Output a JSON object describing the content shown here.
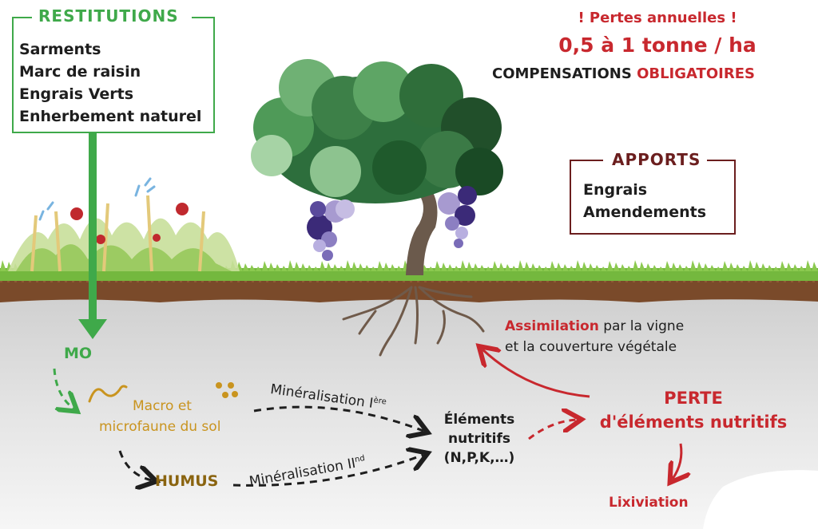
{
  "restitutions": {
    "title": "RESTITUTIONS",
    "items": [
      "Sarments",
      "Marc de raisin",
      "Engrais Verts",
      "Enherbement naturel"
    ]
  },
  "pertes": {
    "header": "! Pertes annuelles !",
    "amount": "0,5 à 1 tonne / ha",
    "compensations": "COMPENSATIONS",
    "obligatoires": "OBLIGATOIRES"
  },
  "apports": {
    "title": "APPORTS",
    "items": [
      "Engrais",
      "Amendements"
    ]
  },
  "soil": {
    "mo": "MO",
    "faune_line1": "Macro et",
    "faune_line2": "microfaune du sol",
    "humus": "HUMUS",
    "min1": "Minéralisation I",
    "min1_sup": "ère",
    "min2": "Minéralisation II",
    "min2_sup": "nd",
    "elements_line1": "Éléments",
    "elements_line2": "nutritifs",
    "elements_line3": "(N,P,K,…)",
    "assimilation_word": "Assimilation",
    "assimilation_rest1": " par la vigne",
    "assimilation_line2": "et la couverture végétale",
    "perte_line1": "PERTE",
    "perte_line2": "d'éléments nutritifs",
    "lixiviation": "Lixiviation"
  },
  "colors": {
    "green": "#3fa94a",
    "red": "#c8282e",
    "humus_brown": "#8a6410",
    "fauna_ochre": "#c9941f",
    "apports_border": "#6b1e1e",
    "soil_gray": "#dcdcdc",
    "grass": "#74b83e"
  }
}
